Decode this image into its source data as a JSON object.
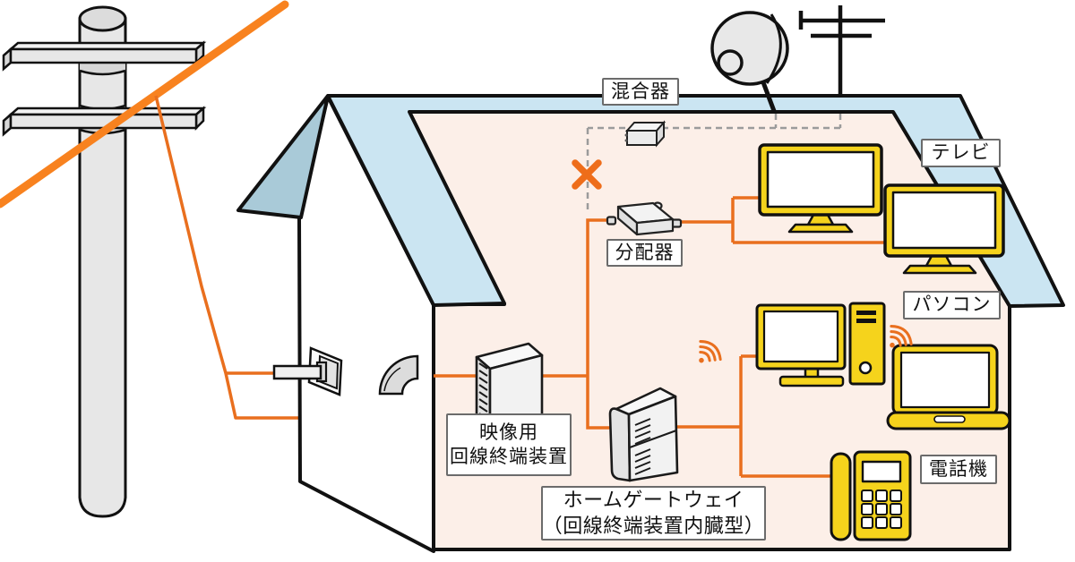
{
  "diagram": {
    "labels": {
      "mixer": "混合器",
      "tv": "テレビ",
      "splitter": "分配器",
      "pc": "パソコン",
      "video_onu_line1": "映像用",
      "video_onu_line2": "回線終端装置",
      "gateway_line1": "ホームゲートウェイ",
      "gateway_line2": "（回線終端装置内臓型）",
      "phone": "電話機"
    },
    "icons": {
      "pole": "utility-pole-icon",
      "trunk": "aerial-trunk-cable",
      "drop": "drop-cable",
      "dish": "satellite-dish-icon",
      "antenna": "tv-antenna-icon",
      "x_mark": "disconnected-x-icon",
      "wifi": "wifi-waves-icon"
    },
    "colors": {
      "wire_orange": "#E96F1E",
      "trunk_orange": "#F8821F",
      "x_orange": "#EE6D1A",
      "roof_light_blue": "#CBE5F2",
      "roof_dark_blue": "#A9CAD8",
      "interior_pink": "#FCEFE8",
      "device_yellow": "#F5D31C",
      "device_gray": "#EFEFEF",
      "dashed_gray": "#9B9B9B",
      "outline_black": "#111111",
      "label_border_gray": "#6B6B6B"
    }
  }
}
